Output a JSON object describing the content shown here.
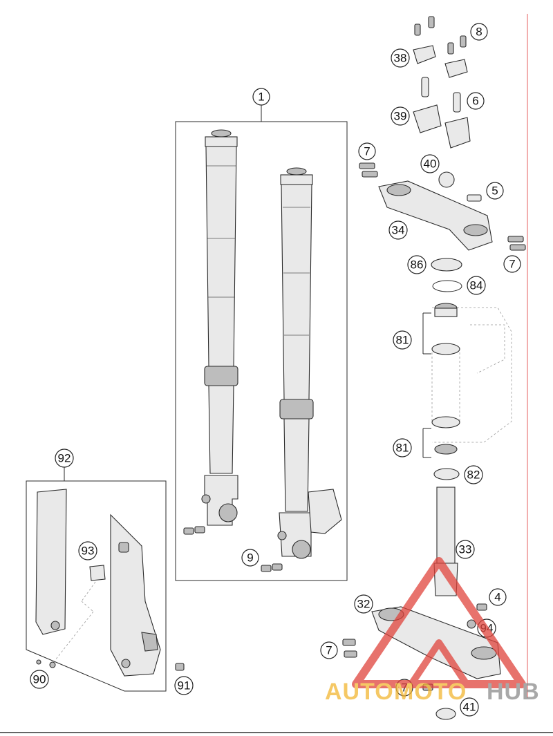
{
  "callouts": {
    "c1": "1",
    "c4": "4",
    "c5": "5",
    "c6": "6",
    "c7a": "7",
    "c7b": "7",
    "c7c": "7",
    "c7d": "7",
    "c8": "8",
    "c9": "9",
    "c32": "32",
    "c33": "33",
    "c34": "34",
    "c38": "38",
    "c39": "39",
    "c40": "40",
    "c41": "41",
    "c81a": "81",
    "c81b": "81",
    "c82": "82",
    "c84": "84",
    "c86": "86",
    "c90": "90",
    "c91": "91",
    "c92": "92",
    "c93": "93",
    "c94": "94"
  },
  "watermark": {
    "part1": "AUTO",
    "part2": "MOTO",
    "part3": "HUB"
  },
  "colors": {
    "watermark_red": "#e0443c",
    "watermark_yellow": "#f2b632",
    "watermark_grey": "#8c8c8c",
    "margin_line": "#e87878"
  }
}
